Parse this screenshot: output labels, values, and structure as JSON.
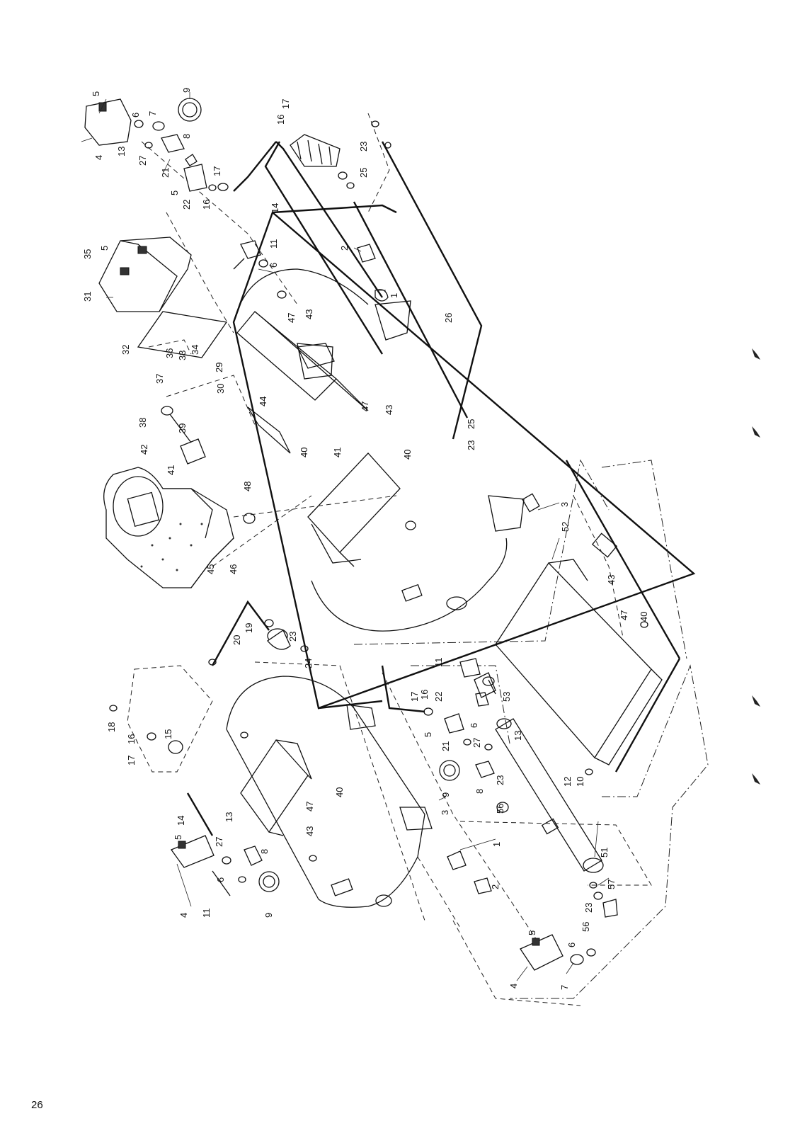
{
  "page": {
    "page_number": "26"
  },
  "callouts": [
    {
      "id": "c5a",
      "text": "5"
    },
    {
      "id": "c9a",
      "text": "9"
    },
    {
      "id": "c6a",
      "text": "6"
    },
    {
      "id": "c7a",
      "text": "7"
    },
    {
      "id": "c8a",
      "text": "8"
    },
    {
      "id": "c4a",
      "text": "4"
    },
    {
      "id": "c13a",
      "text": "13"
    },
    {
      "id": "c27a",
      "text": "27"
    },
    {
      "id": "c21a",
      "text": "21"
    },
    {
      "id": "c17a",
      "text": "17"
    },
    {
      "id": "c5b",
      "text": "5"
    },
    {
      "id": "c22a",
      "text": "22"
    },
    {
      "id": "c16a",
      "text": "16"
    },
    {
      "id": "c17b",
      "text": "17"
    },
    {
      "id": "c16b",
      "text": "16"
    },
    {
      "id": "c14a",
      "text": "14"
    },
    {
      "id": "c23a",
      "text": "23"
    },
    {
      "id": "c25a",
      "text": "25"
    },
    {
      "id": "c35",
      "text": "35"
    },
    {
      "id": "c5c",
      "text": "5"
    },
    {
      "id": "c31",
      "text": "31"
    },
    {
      "id": "c11a",
      "text": "11"
    },
    {
      "id": "c6b",
      "text": "6"
    },
    {
      "id": "c2a",
      "text": "2"
    },
    {
      "id": "c1a",
      "text": "1"
    },
    {
      "id": "c26",
      "text": "26"
    },
    {
      "id": "c32",
      "text": "32"
    },
    {
      "id": "c36",
      "text": "36"
    },
    {
      "id": "c33",
      "text": "33"
    },
    {
      "id": "c34",
      "text": "34"
    },
    {
      "id": "c37",
      "text": "37"
    },
    {
      "id": "c47a",
      "text": "47"
    },
    {
      "id": "c43a",
      "text": "43"
    },
    {
      "id": "c29",
      "text": "29"
    },
    {
      "id": "c30",
      "text": "30"
    },
    {
      "id": "c44",
      "text": "44"
    },
    {
      "id": "c47b",
      "text": "47"
    },
    {
      "id": "c43b",
      "text": "43"
    },
    {
      "id": "c38",
      "text": "38"
    },
    {
      "id": "c39",
      "text": "39"
    },
    {
      "id": "c42",
      "text": "42"
    },
    {
      "id": "c41a",
      "text": "41"
    },
    {
      "id": "c40a",
      "text": "40"
    },
    {
      "id": "c41b",
      "text": "41"
    },
    {
      "id": "c40b",
      "text": "40"
    },
    {
      "id": "c23b",
      "text": "23"
    },
    {
      "id": "c25b",
      "text": "25"
    },
    {
      "id": "c48",
      "text": "48"
    },
    {
      "id": "c45",
      "text": "45"
    },
    {
      "id": "c46",
      "text": "46"
    },
    {
      "id": "c3a",
      "text": "3"
    },
    {
      "id": "c52",
      "text": "52"
    },
    {
      "id": "c43c",
      "text": "43"
    },
    {
      "id": "c47c",
      "text": "47"
    },
    {
      "id": "c40c",
      "text": "40"
    },
    {
      "id": "c20",
      "text": "20"
    },
    {
      "id": "c19",
      "text": "19"
    },
    {
      "id": "c23c",
      "text": "23"
    },
    {
      "id": "c24",
      "text": "24"
    },
    {
      "id": "c11b",
      "text": "11"
    },
    {
      "id": "c53",
      "text": "53"
    },
    {
      "id": "c22b",
      "text": "22"
    },
    {
      "id": "c17c",
      "text": "17"
    },
    {
      "id": "c16c",
      "text": "16"
    },
    {
      "id": "c5d",
      "text": "5"
    },
    {
      "id": "c6c",
      "text": "6"
    },
    {
      "id": "c21b",
      "text": "21"
    },
    {
      "id": "c27b",
      "text": "27"
    },
    {
      "id": "c13b",
      "text": "13"
    },
    {
      "id": "c9b",
      "text": "9"
    },
    {
      "id": "c8b",
      "text": "8"
    },
    {
      "id": "c23d",
      "text": "23"
    },
    {
      "id": "c56a",
      "text": "56"
    },
    {
      "id": "c12",
      "text": "12"
    },
    {
      "id": "c10",
      "text": "10"
    },
    {
      "id": "c18",
      "text": "18"
    },
    {
      "id": "c16d",
      "text": "16"
    },
    {
      "id": "c17d",
      "text": "17"
    },
    {
      "id": "c15",
      "text": "15"
    },
    {
      "id": "c14b",
      "text": "14"
    },
    {
      "id": "c13c",
      "text": "13"
    },
    {
      "id": "c47d",
      "text": "47"
    },
    {
      "id": "c40d",
      "text": "40"
    },
    {
      "id": "c43d",
      "text": "43"
    },
    {
      "id": "c3b",
      "text": "3"
    },
    {
      "id": "c27c",
      "text": "27"
    },
    {
      "id": "c8c",
      "text": "8"
    },
    {
      "id": "c5e",
      "text": "5"
    },
    {
      "id": "c4b",
      "text": "4"
    },
    {
      "id": "c6d",
      "text": "6"
    },
    {
      "id": "c11c",
      "text": "11"
    },
    {
      "id": "c9c",
      "text": "9"
    },
    {
      "id": "c1b",
      "text": "1"
    },
    {
      "id": "c2b",
      "text": "2"
    },
    {
      "id": "c51",
      "text": "51"
    },
    {
      "id": "c57",
      "text": "57"
    },
    {
      "id": "c23e",
      "text": "23"
    },
    {
      "id": "c56b",
      "text": "56"
    },
    {
      "id": "c5f",
      "text": "5"
    },
    {
      "id": "c6e",
      "text": "6"
    },
    {
      "id": "c4c",
      "text": "4"
    },
    {
      "id": "c7b",
      "text": "7"
    }
  ]
}
